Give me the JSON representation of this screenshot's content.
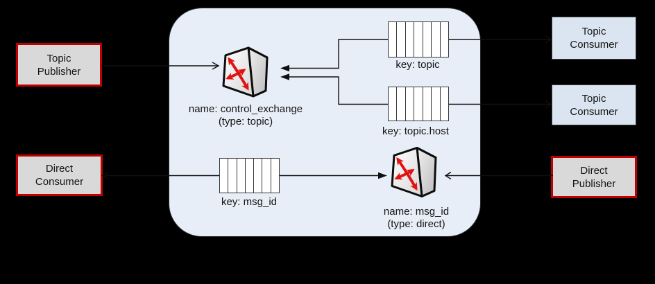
{
  "broker": {
    "nodes": {
      "topic_publisher": {
        "line1": "Topic",
        "line2": "Publisher"
      },
      "direct_consumer": {
        "line1": "Direct",
        "line2": "Consumer"
      },
      "topic_consumer_1": {
        "line1": "Topic",
        "line2": "Consumer"
      },
      "topic_consumer_2": {
        "line1": "Topic",
        "line2": "Consumer"
      },
      "direct_publisher": {
        "line1": "Direct",
        "line2": "Publisher"
      }
    },
    "exchanges": {
      "topic": {
        "name": "name: control_exchange",
        "type": "(type: topic)"
      },
      "direct": {
        "name": "name: msg_id",
        "type": "(type: direct)"
      }
    },
    "queues": {
      "topic": {
        "label": "key: topic"
      },
      "topic_host": {
        "label": "key: topic.host"
      },
      "msg_id": {
        "label": "key: msg_id"
      }
    },
    "icons": {
      "exchange": "exchange-switch-icon",
      "queue": "queue-segments-icon"
    },
    "colors": {
      "background": "#000000",
      "panel_fill": "#e8eef7",
      "panel_border": "#2b2b2b",
      "publisher_box_border": "#c00000",
      "publisher_box_fill": "#d9d9d9",
      "consumer_box_fill": "#dbe5f1",
      "queue_fill": "#ffffff",
      "exchange_arrow_red": "#e01212",
      "connector": "#101010"
    }
  }
}
